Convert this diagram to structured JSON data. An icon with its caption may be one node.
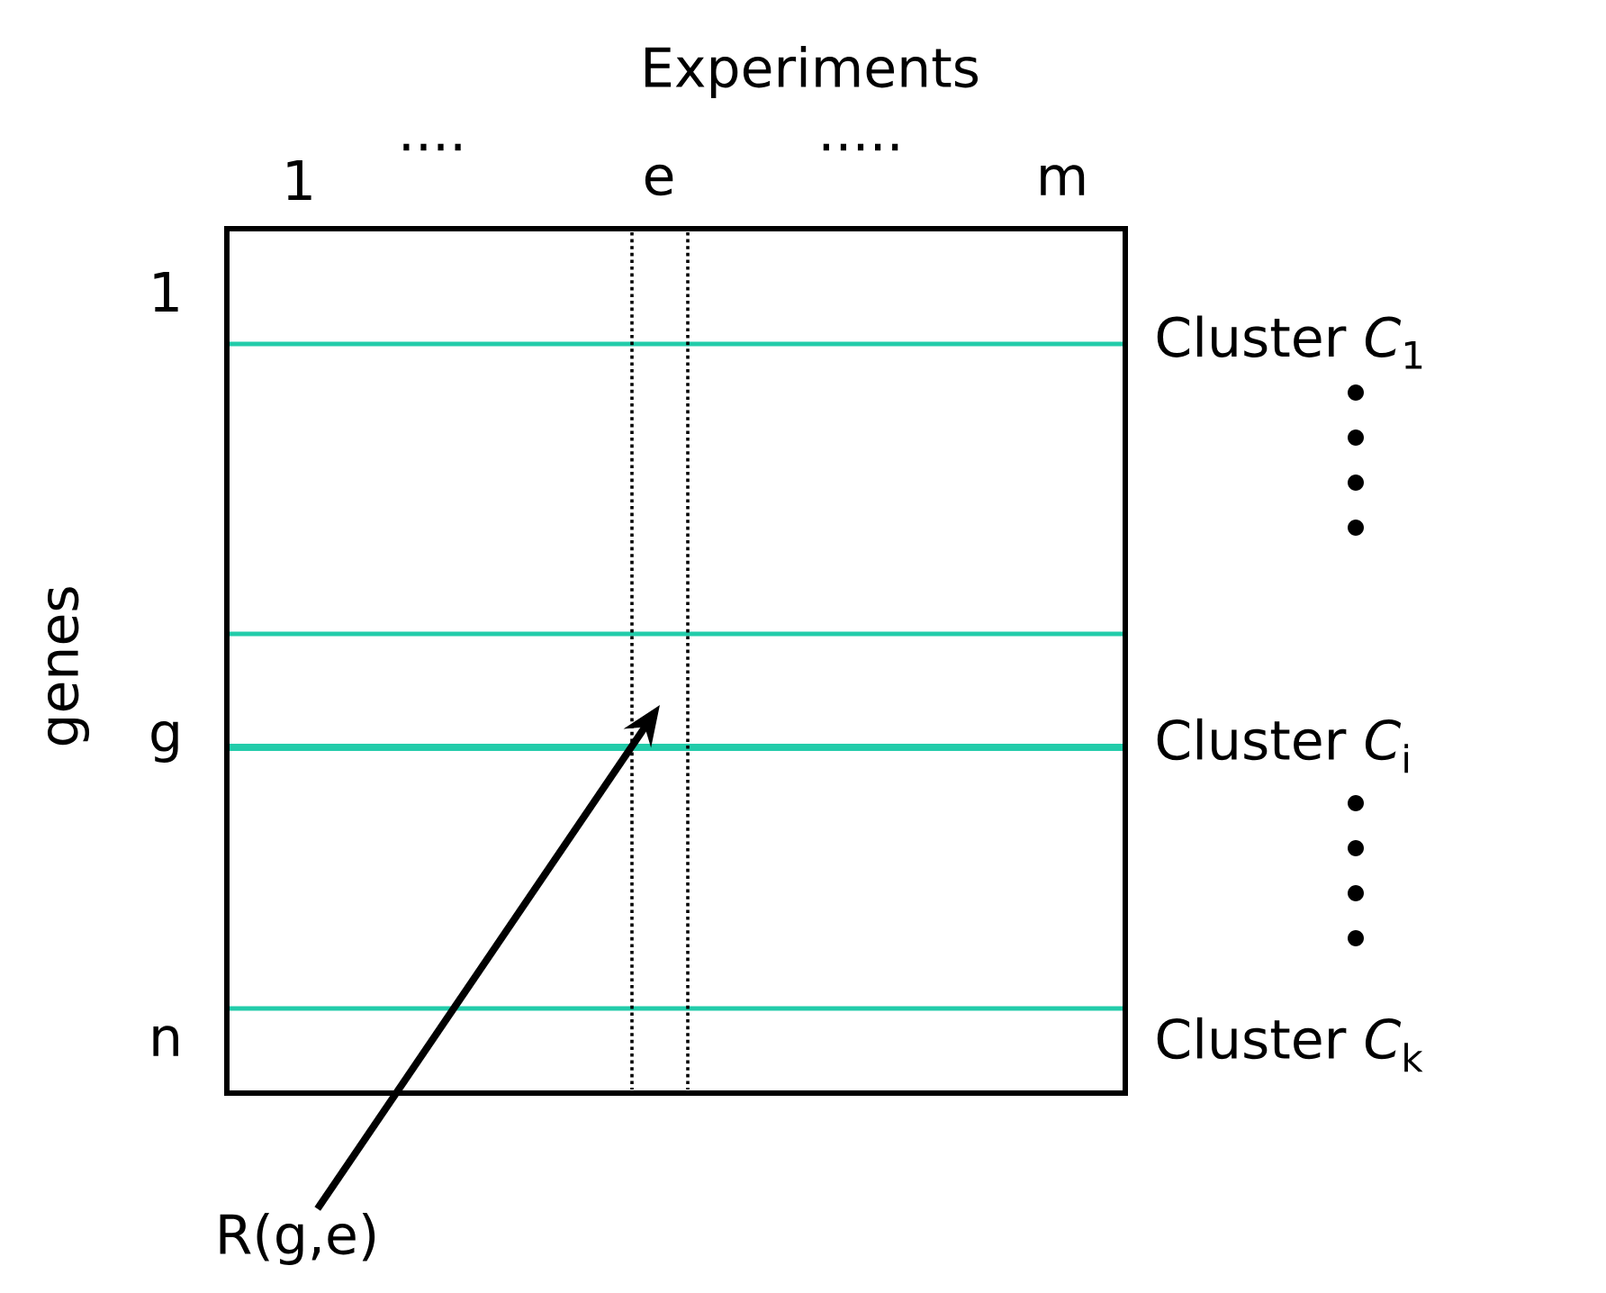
{
  "diagram": {
    "nodes": [
      {
        "text": [],
        "shape": "box"
      },
      {
        "text": [
          "R(g,e)"
        ]
      }
    ],
    "edges": [
      {
        "from": 1,
        "to": 0,
        "arrow": "to"
      }
    ],
    "labels": [
      "Experiments",
      "1",
      "····",
      "e",
      "·····",
      "m",
      "1",
      "Cluster *C*$_{1}$",
      "genes",
      "g",
      "Cluster *C*$_{i}$",
      "n",
      "Cluster *C*$_{k}$"
    ]
  }
}
